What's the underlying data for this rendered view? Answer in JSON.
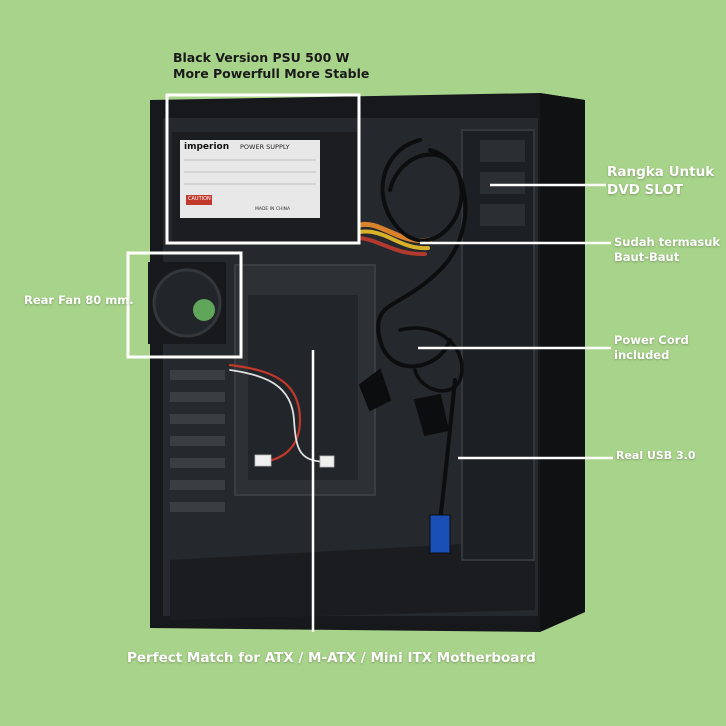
{
  "annotations": {
    "psu_line1": "Black Version PSU 500 W",
    "psu_line2": "More Powerfull More Stable",
    "dvd_line1": "Rangka Untuk",
    "dvd_line2": "DVD SLOT",
    "baut_line1": "Sudah termasuk",
    "baut_line2": "Baut-Baut",
    "fan": "Rear Fan 80 mm.",
    "power_line1": "Power Cord",
    "power_line2": "included",
    "usb": "Real USB 3.0",
    "mobo": "Perfect Match for ATX / M-ATX / Mini ITX Motherboard"
  },
  "psu_label": {
    "brand": "imperion",
    "title": "POWER SUPPLY",
    "caution": "CAUTION",
    "origin": "MADE IN CHINA"
  },
  "colors": {
    "background": "#a8d38a",
    "case": "#1f2226",
    "label_text": "#ffffff"
  }
}
